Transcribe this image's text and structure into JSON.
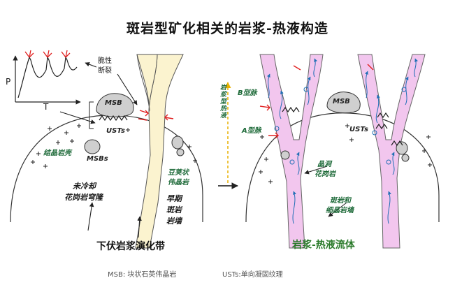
{
  "title": "斑岩型矿化相关的岩浆-热液构造",
  "left": {
    "p_axis": "P",
    "t_axis": "T",
    "brittle_fracture": [
      "脆性",
      "断裂"
    ],
    "msb": "MSB",
    "usts": "USTs",
    "msbs": "MSBs",
    "carapace": "结晶岩壳",
    "uncooled_cupola": [
      "未冷却",
      "花岗岩穹隆"
    ],
    "aplitic": [
      "豆荚状",
      "伟晶岩"
    ],
    "early_dike": [
      "早期",
      "斑岩",
      "岩墙"
    ],
    "subtitle": "下伏岩浆演化带"
  },
  "right": {
    "b_vein": "B型脉",
    "a_vein": "A型脉",
    "time_axis": "岩浆型热液",
    "msb": "MSB",
    "usts": "USTs",
    "crystal_granite": [
      "晶洞",
      "花岗岩"
    ],
    "porphyry_dike": [
      "斑岩和",
      "细晶岩墙"
    ],
    "subtitle": "岩浆-热液流体"
  },
  "legend": {
    "msb": "MSB: 块状石英伟晶岩",
    "usts": "USTs:单向凝固纹理"
  },
  "colors": {
    "dike_left": "#fbf3cf",
    "dike_right": "#f2c6ee",
    "vein": "#1f6fb5",
    "arrow_red": "#e02020",
    "msb_fill": "#cfcfcf",
    "time_arrow": "#e8b100"
  }
}
